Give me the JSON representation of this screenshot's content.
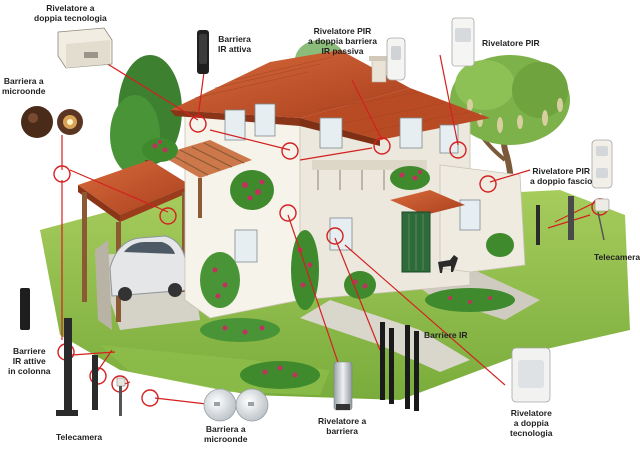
{
  "colors": {
    "marker": "#d42020",
    "roof": "#c8502a",
    "wall": "#f4f1e8",
    "lawn": "#8dbd4a",
    "foliage": "#3f8a2c",
    "flowers": "#c2305e"
  },
  "labels": {
    "doppia_tecnologia_top": [
      "Rivelatore a",
      "doppia tecnologia"
    ],
    "barriera_ir_attiva": [
      "Barriera",
      "IR attiva"
    ],
    "pir_doppia_barriera": [
      "Rivelatore PIR",
      "a doppia barriera",
      "IR passiva"
    ],
    "rivelatore_pir": [
      "Rivelatore PIR"
    ],
    "barriera_microonde_left": [
      "Barriera a",
      "microonde"
    ],
    "pir_doppio_fascio": [
      "Rivelatore PIR",
      "a doppio fascio"
    ],
    "telecamera_right": [
      "Telecamera"
    ],
    "barriere_colonna": [
      "Barriere",
      "IR attive",
      "in colonna"
    ],
    "barriere_ir": [
      "Barriere IR"
    ],
    "telecamera_left": [
      "Telecamera"
    ],
    "barriera_microonde_bottom": [
      "Barriera a",
      "microonde"
    ],
    "rivelatore_barriera": [
      "Rivelatore a",
      "barriera"
    ],
    "doppia_tecnologia_bottom": [
      "Rivelatore",
      "a doppia",
      "tecnologia"
    ]
  },
  "icons": [
    "dual-tech-detector-icon",
    "ir-barrier-icon",
    "pir-curtain-detector-icon",
    "pir-detector-icon",
    "microwave-barrier-icon",
    "pir-double-beam-icon",
    "security-camera-icon",
    "ir-column-icon",
    "ir-barrier-posts-icon",
    "microwave-transceiver-icon",
    "barrier-detector-icon",
    "dual-tech-detector-bottom-icon"
  ]
}
